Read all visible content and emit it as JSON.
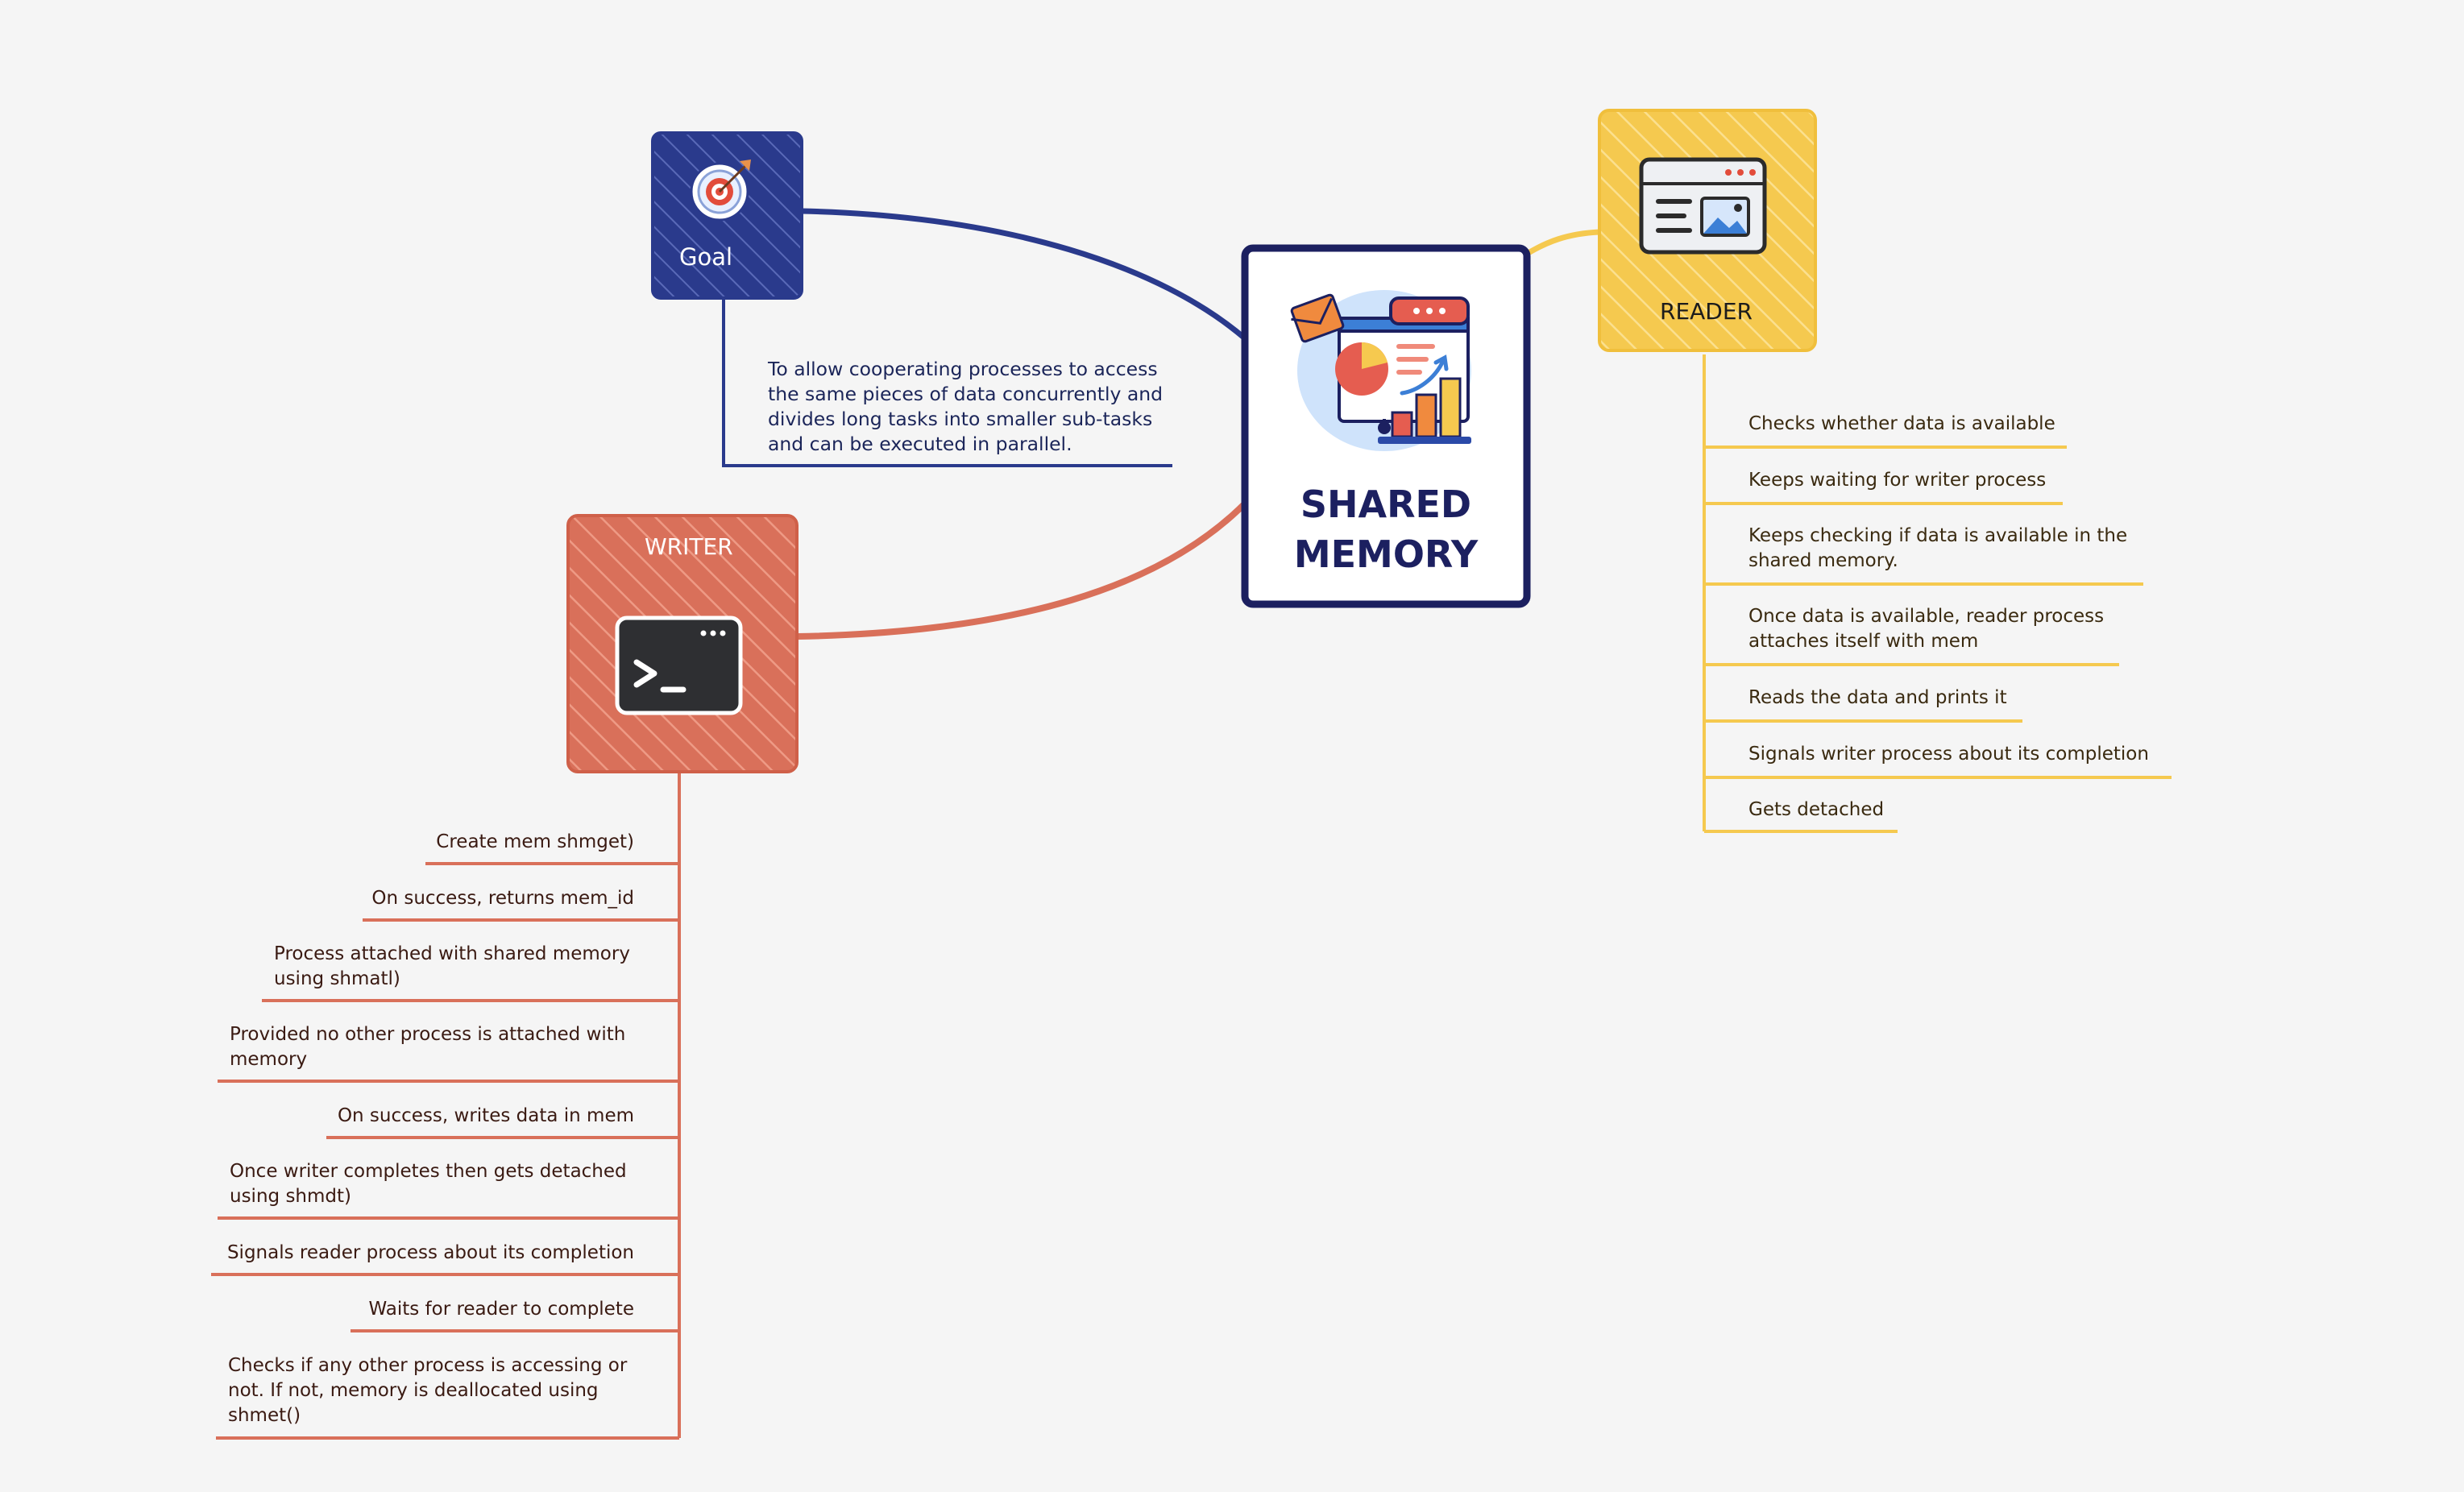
{
  "central": {
    "title_line1": "SHARED",
    "title_line2": "MEMORY",
    "icon": "presentation-chart-icon"
  },
  "goal": {
    "label": "Goal",
    "icon": "target-icon",
    "color": "#2a3a8c",
    "description_lines": [
      "To allow cooperating processes to access",
      "the same pieces of data concurrently and",
      "divides long tasks into smaller sub-tasks",
      "and can be executed in parallel."
    ]
  },
  "reader": {
    "label": "READER",
    "icon": "browser-window-icon",
    "color": "#f5c94f",
    "items": [
      [
        "Checks whether data is available"
      ],
      [
        "Keeps waiting for writer process"
      ],
      [
        "Keeps checking if data is available in the",
        "shared memory."
      ],
      [
        "Once data is available, reader process",
        "attaches itself with mem"
      ],
      [
        "Reads the data and prints it"
      ],
      [
        "Signals writer process about its completion"
      ],
      [
        "Gets detached"
      ]
    ]
  },
  "writer": {
    "label": "WRITER",
    "icon": "terminal-icon",
    "color": "#d9705a",
    "items": [
      [
        "Create mem shmget)"
      ],
      [
        "On success, returns mem_id"
      ],
      [
        "Process attached with shared memory",
        "using shmatl)"
      ],
      [
        "Provided no other process is attached with",
        "memory"
      ],
      [
        "On success, writes data in mem"
      ],
      [
        "Once writer completes then gets detached",
        "using shmdt)"
      ],
      [
        "Signals reader process about its completion"
      ],
      [
        "Waits for reader to complete"
      ],
      [
        "Checks if any other process is accessing or",
        "not. If not, memory is deallocated using",
        "shmet()"
      ]
    ]
  }
}
